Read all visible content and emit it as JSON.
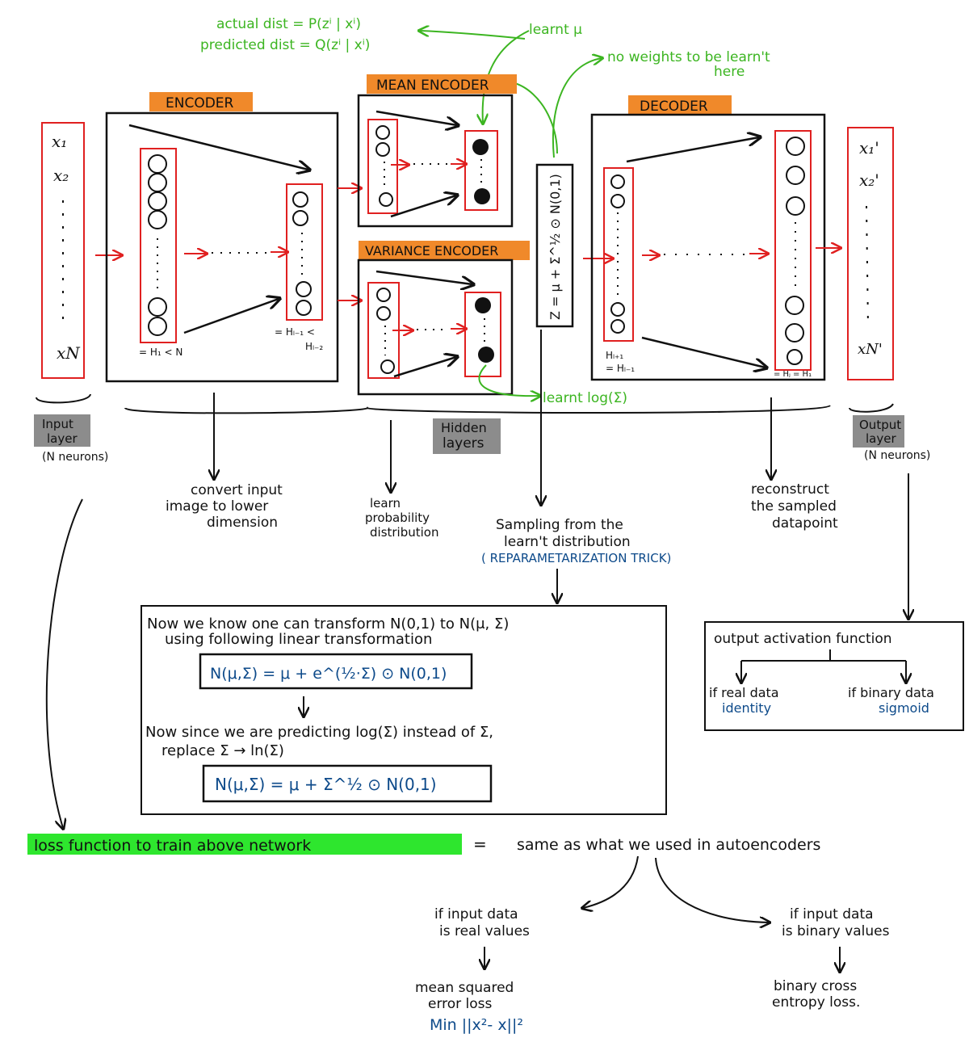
{
  "colors": {
    "black": "#111111",
    "red": "#e02020",
    "green": "#3cb521",
    "orange": "#f0892a",
    "gray": "#8c8c8c",
    "blue": "#0d4a8a",
    "highlight": "#2ee62e"
  },
  "annotations": {
    "actual_dist": "actual dist = P(zⁱ | xⁱ)",
    "predicted_dist": "predicted dist = Q(zⁱ | xⁱ)",
    "learnt_mu": "learnt μ",
    "no_weights_1": "no weights to be learn't",
    "no_weights_2": "here",
    "learnt_log_sigma": "learnt log(Σ)"
  },
  "blocks": {
    "encoder": "ENCODER",
    "mean_encoder": "MEAN ENCODER",
    "variance_encoder": "VARIANCE ENCODER",
    "decoder": "DECODER",
    "z_formula": "Z = μ + Σ^½ ⊙ N(0,1)"
  },
  "input_layer": {
    "x1": "x₁",
    "x2": "x₂",
    "xn": "xN",
    "label_1": "Input",
    "label_2": "layer",
    "neurons": "(N neurons)"
  },
  "output_layer": {
    "x1": "x₁'",
    "x2": "x₂'",
    "xn": "xN'",
    "label_1": "Output",
    "label_2": "layer",
    "neurons": "(N neurons)"
  },
  "hidden_labels": {
    "h1": "= H₁ < N",
    "hl1": "= Hₗ₋₁ <",
    "hl2": "Hₗ₋₂",
    "hd1": "Hₗ₊₁",
    "hd2": "= Hₗ₋₁",
    "hj": "= Hⱼ = H₁",
    "hidden_1": "Hidden",
    "hidden_2": "layers"
  },
  "descriptions": {
    "convert_1": "convert input",
    "convert_2": "image to lower",
    "convert_3": "dimension",
    "learn_1": "learn",
    "learn_2": "probability",
    "learn_3": "distribution",
    "sampling_1": "Sampling from the",
    "sampling_2": "learn't distribution",
    "sampling_3": "( REPARAMETARIZATION TRICK)",
    "reconstruct_1": "reconstruct",
    "reconstruct_2": "the sampled",
    "reconstruct_3": "datapoint"
  },
  "transform_box": {
    "line1": "Now we know one can transform N(0,1) to N(μ, Σ)",
    "line2": "using following linear transformation",
    "formula1": "N(μ,Σ) = μ + e^(½·Σ) ⊙ N(0,1)",
    "line3": "Now since we are predicting log(Σ) instead of Σ,",
    "line4": "replace Σ → ln(Σ)",
    "formula2": "N(μ,Σ) = μ + Σ^½ ⊙ N(0,1)"
  },
  "output_activation": {
    "title": "output activation function",
    "real": "if real data",
    "real_val": "identity",
    "binary": "if binary data",
    "binary_val": "sigmoid"
  },
  "loss": {
    "highlight": "loss function to train above network",
    "equals": "=",
    "rest": "same as what we used in autoencoders",
    "real_1": "if input data",
    "real_2": "is real values",
    "mse_1": "mean squared",
    "mse_2": "error loss",
    "mse_formula": "Min ||x²- x||²",
    "binary_1": "if input data",
    "binary_2": "is binary values",
    "bce_1": "binary cross",
    "bce_2": "entropy loss."
  }
}
